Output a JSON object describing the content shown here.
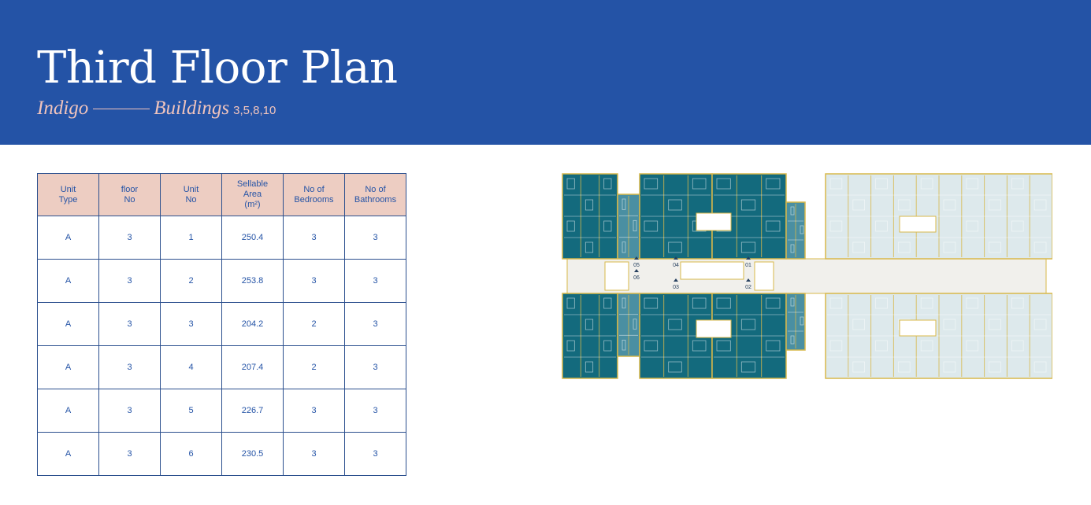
{
  "header": {
    "title": "Third Floor Plan",
    "project": "Indigo",
    "buildings_label": "Buildings",
    "building_numbers": "3,5,8,10"
  },
  "table": {
    "headers": [
      [
        "Unit",
        "Type"
      ],
      [
        "floor",
        "No"
      ],
      [
        "Unit",
        "No"
      ],
      [
        "Sellable",
        "Area",
        "(m²)"
      ],
      [
        "No of",
        "Bedrooms"
      ],
      [
        "No of",
        "Bathrooms"
      ]
    ],
    "rows": [
      [
        "A",
        "3",
        "1",
        "250.4",
        "3",
        "3"
      ],
      [
        "A",
        "3",
        "2",
        "253.8",
        "3",
        "3"
      ],
      [
        "A",
        "3",
        "3",
        "204.2",
        "2",
        "3"
      ],
      [
        "A",
        "3",
        "4",
        "207.4",
        "2",
        "3"
      ],
      [
        "A",
        "3",
        "5",
        "226.7",
        "3",
        "3"
      ],
      [
        "A",
        "3",
        "6",
        "230.5",
        "3",
        "3"
      ]
    ]
  },
  "plan": {
    "unit_labels": [
      "01",
      "02",
      "03",
      "04",
      "05",
      "06"
    ],
    "colors": {
      "unit_dark": "#136a7d",
      "unit_mid": "#4a8fa2",
      "unit_faded": "#dde9ec",
      "wall": "#d8b84a",
      "corridor": "#f1f0ec"
    }
  },
  "colors": {
    "header_bg": "#2453a6",
    "subtitle": "#f0c4bd",
    "table_header_bg": "#edcdc2",
    "table_text": "#2453a6"
  }
}
